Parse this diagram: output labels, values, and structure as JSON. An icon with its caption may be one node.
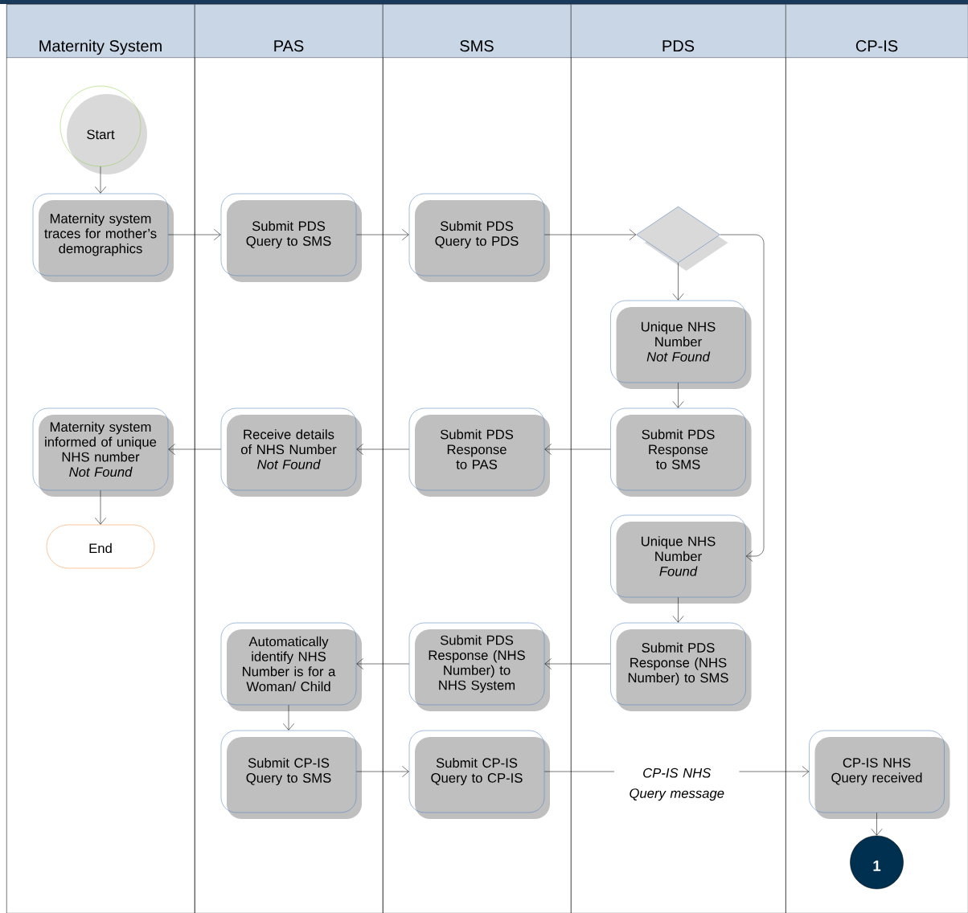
{
  "diagram": {
    "nodes": [
      {
        "text": [
          "Maternity System"
        ]
      },
      {
        "text": [
          "PAS"
        ]
      },
      {
        "text": [
          "SMS"
        ]
      },
      {
        "text": [
          "PDS"
        ]
      },
      {
        "text": [
          "CP-IS"
        ]
      },
      {
        "text": [
          "Start"
        ],
        "in": 0
      },
      {
        "text": [
          "Maternity system traces for mother’s demographics"
        ],
        "in": 0
      },
      {
        "text": [
          "Submit PDS Query to SMS"
        ],
        "in": 1
      },
      {
        "text": [
          "Submit PDS Query to PDS"
        ],
        "in": 2
      },
      {
        "text": [],
        "shape": "diamond",
        "in": 3
      },
      {
        "text": [
          "Unique NHS Number",
          "Not Found"
        ],
        "in": 3
      },
      {
        "text": [
          "Maternity system informed of unique NHS number",
          "Not Found"
        ],
        "in": 0
      },
      {
        "text": [
          "Receive details of NHS Number",
          "Not Found"
        ],
        "in": 1
      },
      {
        "text": [
          "Submit PDS Response to PAS"
        ],
        "in": 2
      },
      {
        "text": [
          "Submit PDS Response to SMS"
        ],
        "in": 3
      },
      {
        "text": [
          "End"
        ],
        "in": 0
      },
      {
        "text": [
          "Unique NHS Number",
          "Found"
        ],
        "in": 3
      },
      {
        "text": [
          "Automatically identify NHS Number is for a Woman/ Child"
        ],
        "in": 1
      },
      {
        "text": [
          "Submit PDS Response (NHS Number) to NHS System"
        ],
        "in": 2
      },
      {
        "text": [
          "Submit PDS Response (NHS Number) to SMS"
        ],
        "in": 3
      },
      {
        "text": [
          "Submit CP-IS Query to SMS"
        ],
        "in": 1
      },
      {
        "text": [
          "Submit CP-IS Query to CP-IS"
        ],
        "in": 2
      },
      {
        "text": [
          "CP-IS NHS Query received"
        ],
        "in": 4
      },
      {
        "text": [
          "1"
        ],
        "in": 4
      }
    ],
    "edges": [
      {
        "from": 5,
        "to": 6,
        "arrow": "to"
      },
      {
        "from": 6,
        "to": 7,
        "arrow": "to"
      },
      {
        "from": 7,
        "to": 8,
        "arrow": "to"
      },
      {
        "from": 8,
        "to": 9,
        "arrow": "to"
      },
      {
        "from": 9,
        "to": 10,
        "arrow": "to"
      },
      {
        "from": 9,
        "to": 16,
        "arrow": "to"
      },
      {
        "from": 10,
        "to": 14,
        "arrow": "to"
      },
      {
        "from": 14,
        "to": 13,
        "arrow": "to"
      },
      {
        "from": 13,
        "to": 12,
        "arrow": "to"
      },
      {
        "from": 12,
        "to": 11,
        "arrow": "to"
      },
      {
        "from": 11,
        "to": 15,
        "arrow": "to"
      },
      {
        "from": 16,
        "to": 19,
        "arrow": "to"
      },
      {
        "from": 19,
        "to": 18,
        "arrow": "to"
      },
      {
        "from": 18,
        "to": 17,
        "arrow": "to"
      },
      {
        "from": 17,
        "to": 20,
        "arrow": "to"
      },
      {
        "from": 20,
        "to": 21,
        "arrow": "to"
      },
      {
        "from": 21,
        "to": 22,
        "arrow": "to",
        "label": "CP-IS NHS Query message"
      },
      {
        "from": 22,
        "to": 23,
        "arrow": "to"
      }
    ]
  }
}
